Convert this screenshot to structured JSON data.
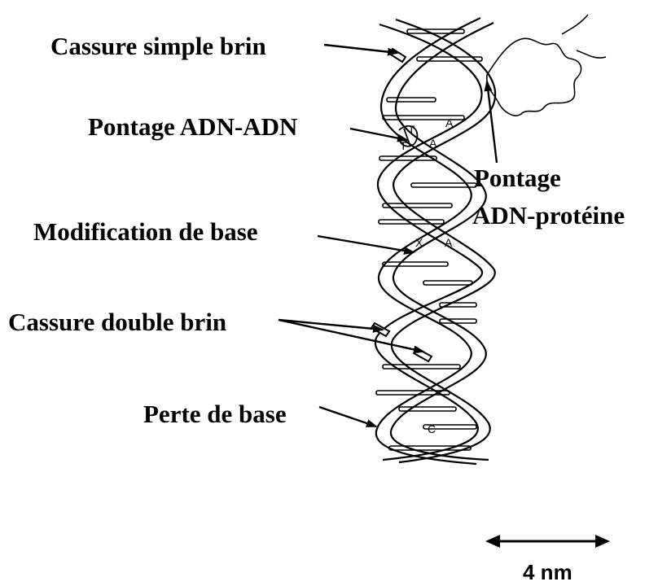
{
  "labels": {
    "single_strand_break": "Cassure simple brin",
    "dna_dna_crosslink": "Pontage ADN-ADN",
    "dna_protein_crosslink_line1": "Pontage",
    "dna_protein_crosslink_line2": "ADN-protéine",
    "base_modification": "Modification de base",
    "double_strand_break": "Cassure double brin",
    "base_loss": "Perte de base"
  },
  "base_letters": {
    "pair1_left": "T",
    "pair1_right": "A",
    "pair2_left": "T",
    "pair2_right": "A",
    "modified_left": "X",
    "modified_right": "A",
    "lone_base": "C"
  },
  "scale_bar": {
    "label": "4 nm"
  },
  "colors": {
    "ink": "#000000",
    "background": "#ffffff"
  }
}
